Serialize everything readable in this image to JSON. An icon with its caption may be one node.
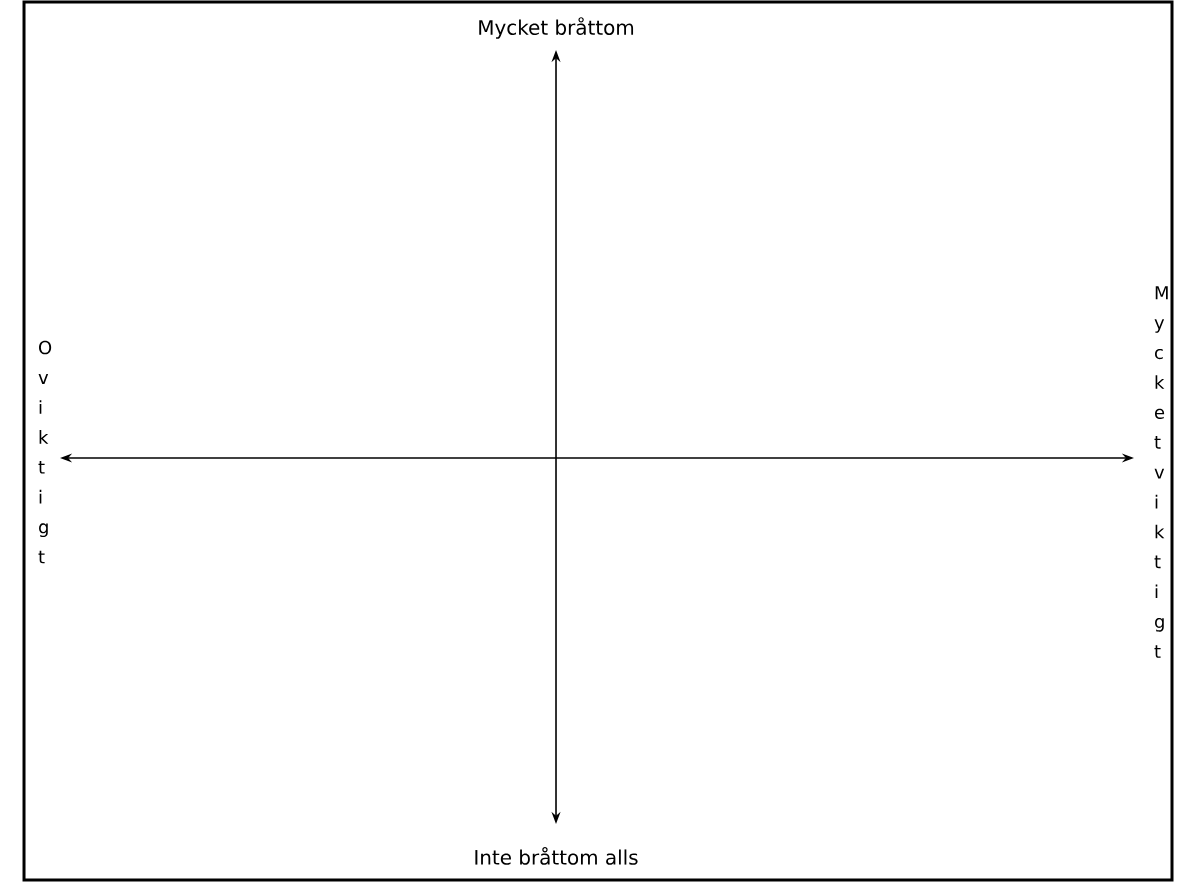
{
  "diagram": {
    "labels": [
      "Mycket bråttom",
      "Oviktigt",
      "Mycket viktigt",
      "Inte bråttom alls"
    ]
  }
}
